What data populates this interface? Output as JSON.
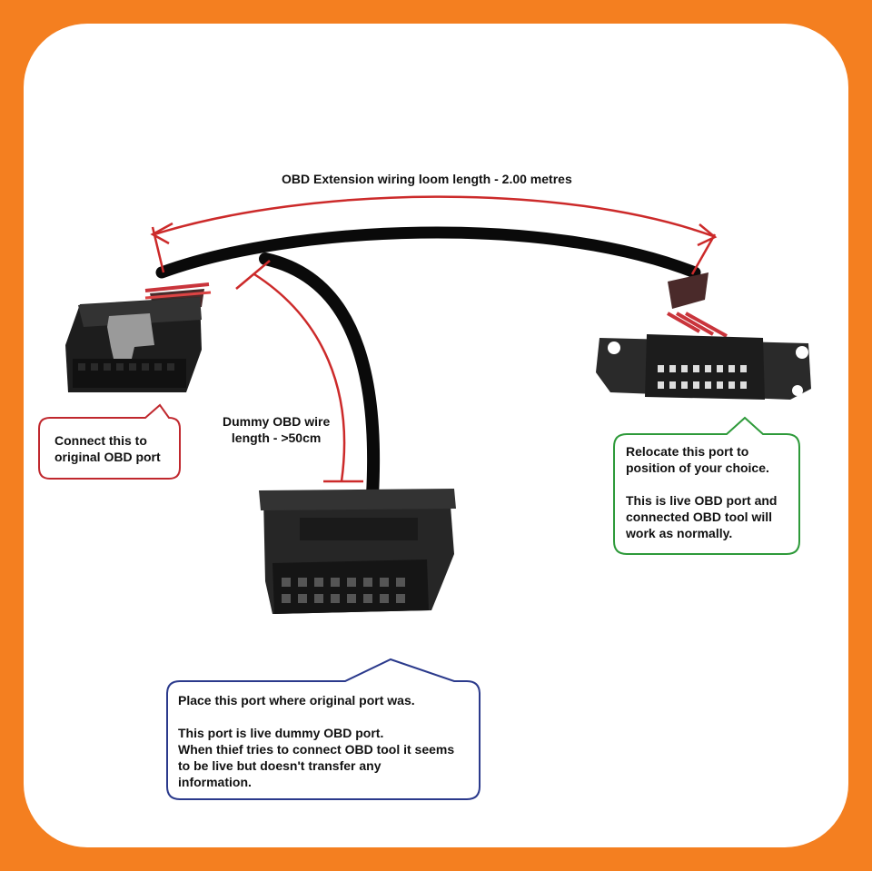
{
  "title_measure": "OBD Extension wiring loom length - 2.00 metres",
  "dummy_measure": "Dummy OBD wire\nlength - >50cm",
  "callout_original": "Connect this to\noriginal OBD port",
  "callout_relocate": "Relocate this port to\nposition of your choice.\n\nThis is live OBD port and\nconnected OBD tool will\nwork as normally.",
  "callout_dummy": "Place this port where original port was.\n\nThis port is live dummy OBD port.\nWhen thief tries to connect OBD tool it seems\nto be live but doesn't transfer any\ninformation.",
  "colors": {
    "frame": "#f47f20",
    "measure_red": "#cc2a2a",
    "callout_red": "#c0282e",
    "callout_green": "#2e9a3a",
    "callout_blue": "#2b3a8c"
  }
}
